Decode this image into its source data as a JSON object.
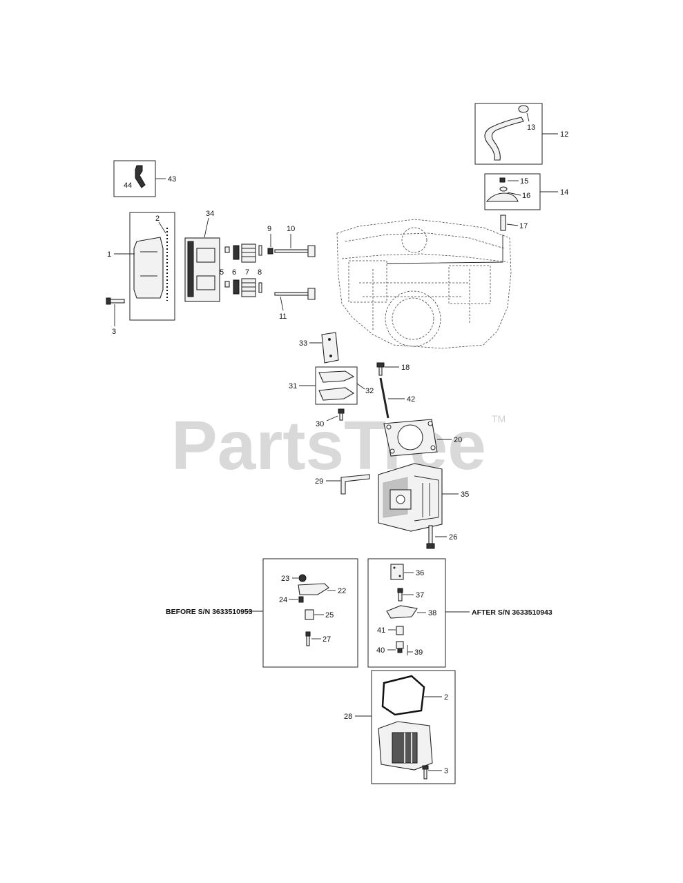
{
  "watermark": {
    "text": "PartsTree",
    "trademark": "TM"
  },
  "callouts": {
    "c1": "1",
    "c2a": "2",
    "c3a": "3",
    "c34": "34",
    "c5": "5",
    "c6": "6",
    "c7": "7",
    "c8": "8",
    "c9": "9",
    "c10": "10",
    "c11": "11",
    "c12": "12",
    "c13": "13",
    "c14": "14",
    "c15": "15",
    "c16": "16",
    "c17": "17",
    "c18": "18",
    "c20": "20",
    "c26": "26",
    "c29": "29",
    "c30": "30",
    "c31": "31",
    "c32": "32",
    "c33": "33",
    "c35": "35",
    "c42": "42",
    "c43": "43",
    "c44": "44",
    "c22": "22",
    "c23": "23",
    "c24": "24",
    "c25": "25",
    "c27": "27",
    "c36": "36",
    "c37": "37",
    "c38": "38",
    "c39": "39",
    "c40": "40",
    "c41": "41",
    "c28": "28",
    "c2b": "2",
    "c3b": "3"
  },
  "notes": {
    "before": "BEFORE S/N 3633510953",
    "after": "AFTER S/N 3633510943"
  }
}
